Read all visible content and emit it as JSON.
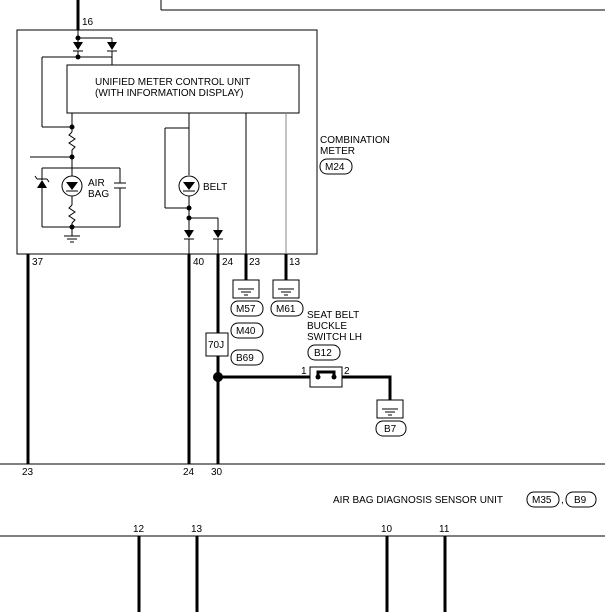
{
  "meter": {
    "unit_line1": "UNIFIED METER CONTROL UNIT",
    "unit_line2": "(WITH INFORMATION DISPLAY)",
    "name_line1": "COMBINATION",
    "name_line2": "METER",
    "connector": "M24",
    "airbag_line1": "AIR",
    "airbag_line2": "BAG",
    "belt": "BELT"
  },
  "pins": {
    "top": "16",
    "p37": "37",
    "p40": "40",
    "p24": "24",
    "p23": "23",
    "p13": "13"
  },
  "grounds": {
    "g1": "M57",
    "g2": "M61",
    "g3": "B7"
  },
  "connectors": {
    "c1": "M40",
    "c2": "B69",
    "inline": "70J",
    "switch_conn": "B12"
  },
  "switch": {
    "line1": "SEAT BELT",
    "line2": "BUCKLE",
    "line3": "SWITCH LH",
    "pin1": "1",
    "pin2": "2"
  },
  "lower": {
    "pin23": "23",
    "pin24": "24",
    "pin30": "30",
    "sensor_label": "AIR BAG DIAGNOSIS SENSOR UNIT",
    "sensor_conn1": "M35",
    "sensor_conn2": "B9",
    "pin12": "12",
    "pin13": "13",
    "pin10": "10",
    "pin11": "11"
  }
}
